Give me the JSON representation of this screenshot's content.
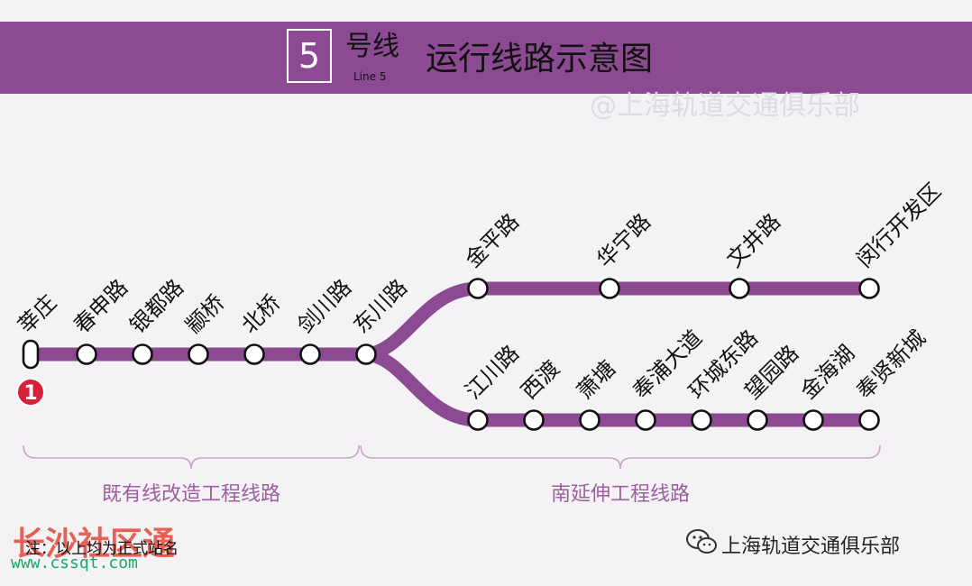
{
  "header": {
    "line_number": "5",
    "line_name": "号线",
    "line_name_en": "Line 5",
    "title": "运行线路示意图",
    "watermark": "@上海轨道交通俱乐部"
  },
  "colors": {
    "line": "#8c4a92",
    "brace": "#c6a6c9",
    "transfer_badge": "#d6213a",
    "station_fill": "#ffffff",
    "station_stroke": "#111111"
  },
  "main_stations": [
    "莘庄",
    "春申路",
    "银都路",
    "颛桥",
    "北桥",
    "剑川路",
    "东川路"
  ],
  "upper_branch": [
    "金平路",
    "华宁路",
    "文井路",
    "闵行开发区"
  ],
  "lower_branch": [
    "江川路",
    "西渡",
    "萧塘",
    "奉浦大道",
    "环城东路",
    "望园路",
    "金海湖",
    "奉贤新城"
  ],
  "transfer": {
    "station": "莘庄",
    "line": "1"
  },
  "sections": [
    {
      "label": "既有线改造工程线路"
    },
    {
      "label": "南延伸工程线路"
    }
  ],
  "footer": {
    "note": "注：以上均为正式站名",
    "watermark_right": "上海轨道交通俱乐部",
    "watermark_left": "长沙社区通",
    "watermark_url": "www.cssqt.com"
  },
  "icons": {
    "wechat": "wechat-icon",
    "transfer": "line-1-badge-icon"
  }
}
